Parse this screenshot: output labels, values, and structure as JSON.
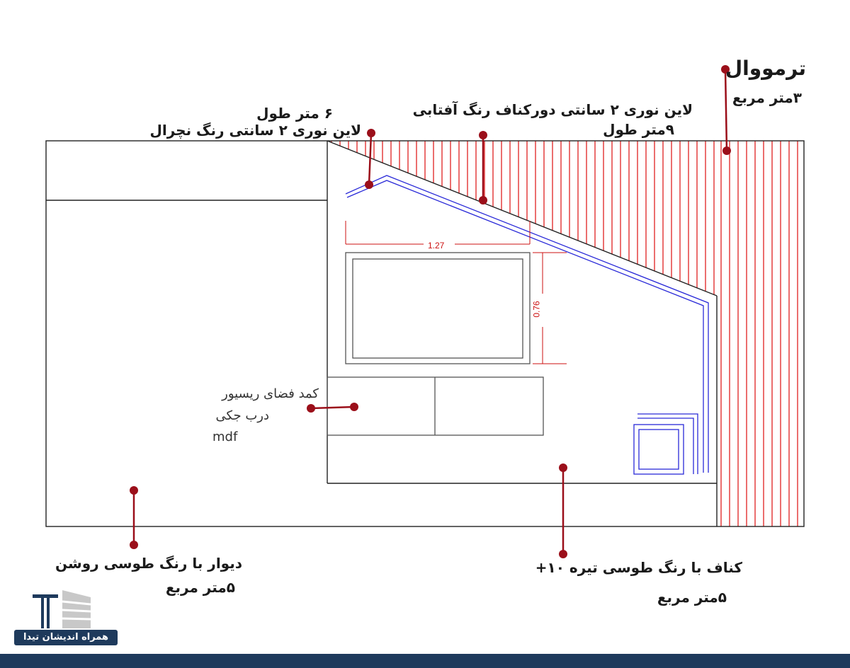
{
  "colors": {
    "outline": "#222222",
    "hatch": "#e02020",
    "neon": "#2a2ad8",
    "callout": "#9b0f1a",
    "dimension": "#cc1111",
    "brand": "#1e3a5c"
  },
  "labels": {
    "thermowall_title": "ترمووال",
    "thermowall_area": "۳متر مربع",
    "neon_top_length": "۶ متر طول",
    "neon_top_desc": "لاین نوری ۲ سانتی رنگ نچرال",
    "cove_color": "کناف رنگ آفتابی",
    "neon_around_desc": "لاین نوری ۲ سانتی دور",
    "neon_around_length": "۹متر طول",
    "cabinet_desc": "کمد فضای ریسیور",
    "cabinet_door": "درب جکی",
    "cabinet_material": "mdf",
    "wall_desc": "دیوار با رنگ طوسی روشن",
    "wall_area": "۵متر مربع",
    "drywall_desc": "کناف با رنگ طوسی تیره ۱۰+",
    "drywall_area": "۵متر مربع"
  },
  "dimensions": {
    "tv_width": "1.27",
    "tv_height": "0.76"
  },
  "brand": {
    "logo_text": "همراه اندیشان تیدا",
    "logo_icon": "building-logo-icon"
  }
}
